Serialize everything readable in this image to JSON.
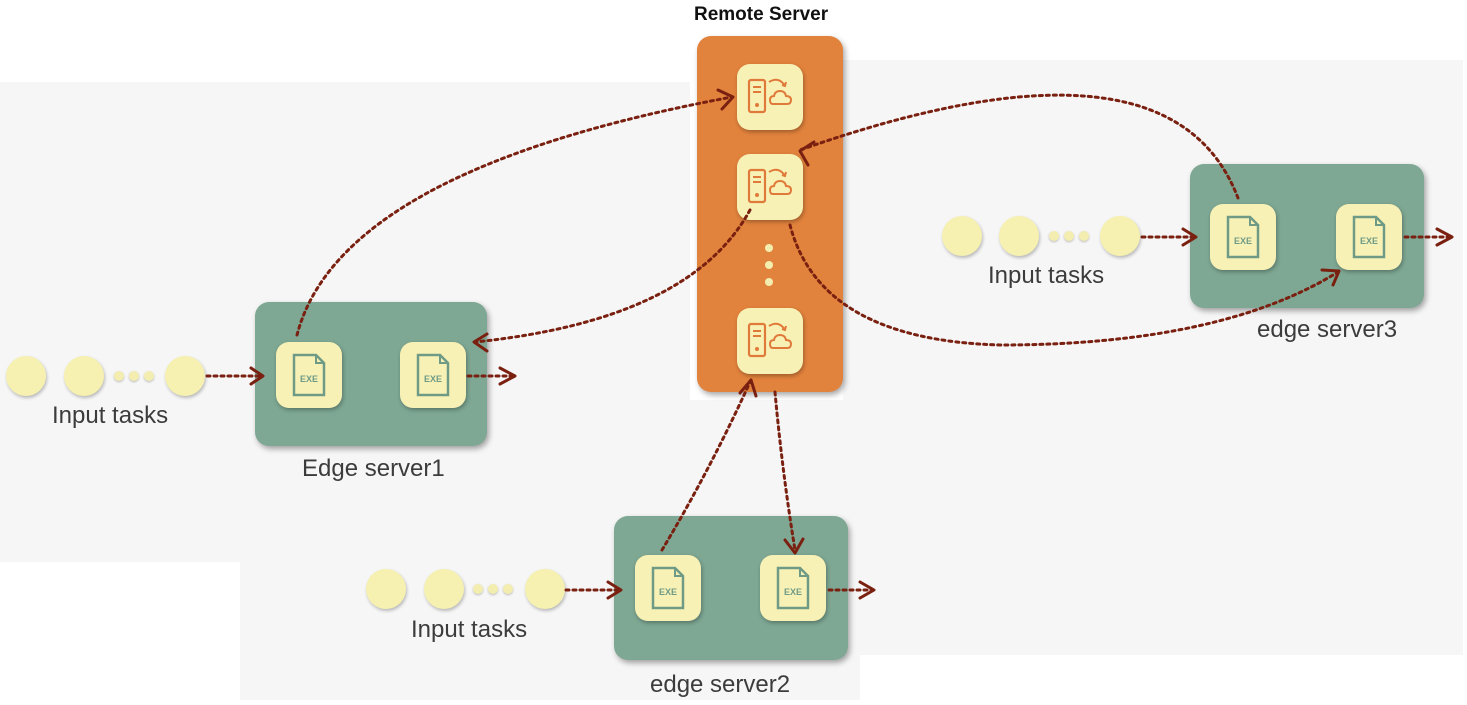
{
  "remote_server": {
    "title": "Remote Server"
  },
  "edge_servers": [
    {
      "label": "Edge server1",
      "input_label": "Input tasks"
    },
    {
      "label": "edge server2",
      "input_label": "Input tasks"
    },
    {
      "label": "edge server3",
      "input_label": "Input tasks"
    }
  ],
  "icons": {
    "exe_text": "EXE"
  },
  "colors": {
    "remote_server": "#e2833d",
    "edge_server": "#7ea894",
    "tile": "#f8f1b6",
    "arrow": "#7a2010"
  }
}
